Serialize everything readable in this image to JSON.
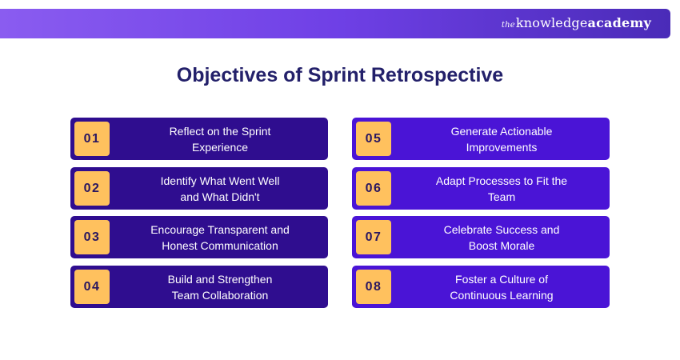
{
  "brand": {
    "the": "the",
    "knowledge": "knowledge",
    "academy": "academy"
  },
  "title": "Objectives of Sprint Retrospective",
  "objectives": [
    {
      "number": "01",
      "text": "Reflect on the Sprint\nExperience"
    },
    {
      "number": "02",
      "text": "Identify What Went Well\nand What Didn't"
    },
    {
      "number": "03",
      "text": "Encourage Transparent and\nHonest Communication"
    },
    {
      "number": "04",
      "text": "Build and Strengthen\nTeam Collaboration"
    },
    {
      "number": "05",
      "text": "Generate Actionable\nImprovements"
    },
    {
      "number": "06",
      "text": "Adapt Processes to Fit the\nTeam"
    },
    {
      "number": "07",
      "text": "Celebrate Success and\nBoost Morale"
    },
    {
      "number": "08",
      "text": "Foster a Culture of\nContinuous Learning"
    }
  ],
  "colors": {
    "left_box": "#2f0d8f",
    "right_box": "#4a14d6",
    "number_badge": "#ffc15e",
    "title": "#23206a"
  }
}
